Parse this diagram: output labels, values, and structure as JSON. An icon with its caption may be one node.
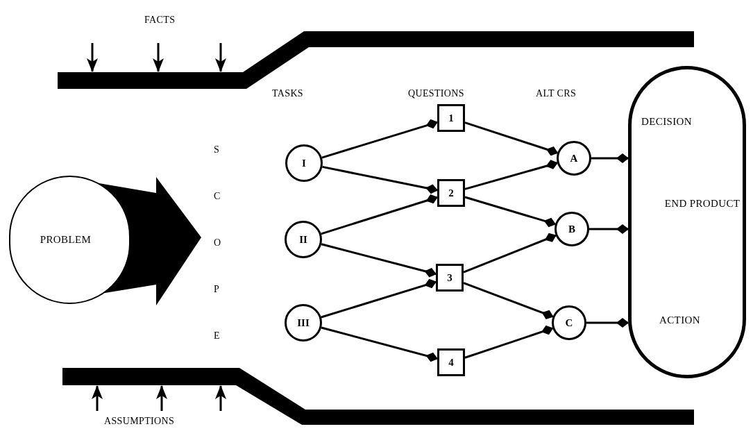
{
  "diagram": {
    "nodes": [
      {
        "text": [],
        "shape": "bar"
      },
      {
        "text": [
          "PROBLEM"
        ]
      },
      {
        "text": [
          "I"
        ]
      },
      {
        "text": [
          "II"
        ]
      },
      {
        "text": [
          "III"
        ]
      },
      {
        "text": [
          "1"
        ]
      },
      {
        "text": [
          "2"
        ]
      },
      {
        "text": [
          "3"
        ]
      },
      {
        "text": [
          "4"
        ]
      },
      {
        "text": [
          "A"
        ]
      },
      {
        "text": [
          "B"
        ]
      },
      {
        "text": [
          "C"
        ]
      },
      {
        "text": [
          "DECISION",
          "END PRODUCT",
          "ACTION"
        ]
      },
      {
        "text": [],
        "shape": "bar"
      }
    ],
    "edges": [
      {
        "from": null,
        "to": 0,
        "arrow": "to"
      },
      {
        "from": null,
        "to": 0,
        "arrow": "to"
      },
      {
        "from": null,
        "to": 0,
        "arrow": "to"
      },
      {
        "from": 2,
        "to": 5,
        "arrow": "other"
      },
      {
        "from": 2,
        "to": 6,
        "arrow": "other"
      },
      {
        "from": 3,
        "to": 6,
        "arrow": "other"
      },
      {
        "from": 3,
        "to": 7,
        "arrow": "other"
      },
      {
        "from": 4,
        "to": 7,
        "arrow": "other"
      },
      {
        "from": 4,
        "to": 8,
        "arrow": "other"
      },
      {
        "from": 5,
        "to": 9,
        "arrow": "other"
      },
      {
        "from": 6,
        "to": 9,
        "arrow": "other"
      },
      {
        "from": 6,
        "to": 10,
        "arrow": "other"
      },
      {
        "from": 7,
        "to": 10,
        "arrow": "other"
      },
      {
        "from": 7,
        "to": 11,
        "arrow": "other"
      },
      {
        "from": 8,
        "to": 11,
        "arrow": "other"
      },
      {
        "from": 9,
        "to": 12,
        "arrow": "other"
      },
      {
        "from": 10,
        "to": 12,
        "arrow": "other"
      },
      {
        "from": 11,
        "to": 12,
        "arrow": "other"
      },
      {
        "from": null,
        "to": 13,
        "arrow": "to"
      },
      {
        "from": null,
        "to": 13,
        "arrow": "to"
      },
      {
        "from": null,
        "to": 13,
        "arrow": "to"
      }
    ],
    "labels": [
      "FACTS",
      "TASKS",
      "QUESTIONS",
      "ALT CRS",
      "SCOPE",
      "ASSUMPTIONS"
    ]
  }
}
